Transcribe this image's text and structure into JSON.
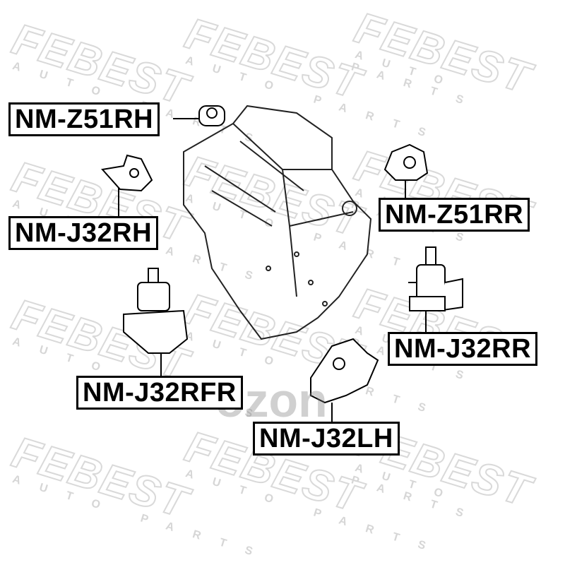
{
  "watermark": {
    "brand": "FEBEST",
    "tagline": "AUTO PARTS",
    "overlay": "ozon"
  },
  "labels": {
    "z51rh": "NM-Z51RH",
    "j32rh": "NM-J32RH",
    "z51rr": "NM-Z51RR",
    "j32rr": "NM-J32RR",
    "j32rfr": "NM-J32RFR",
    "j32lh": "NM-J32LH"
  }
}
